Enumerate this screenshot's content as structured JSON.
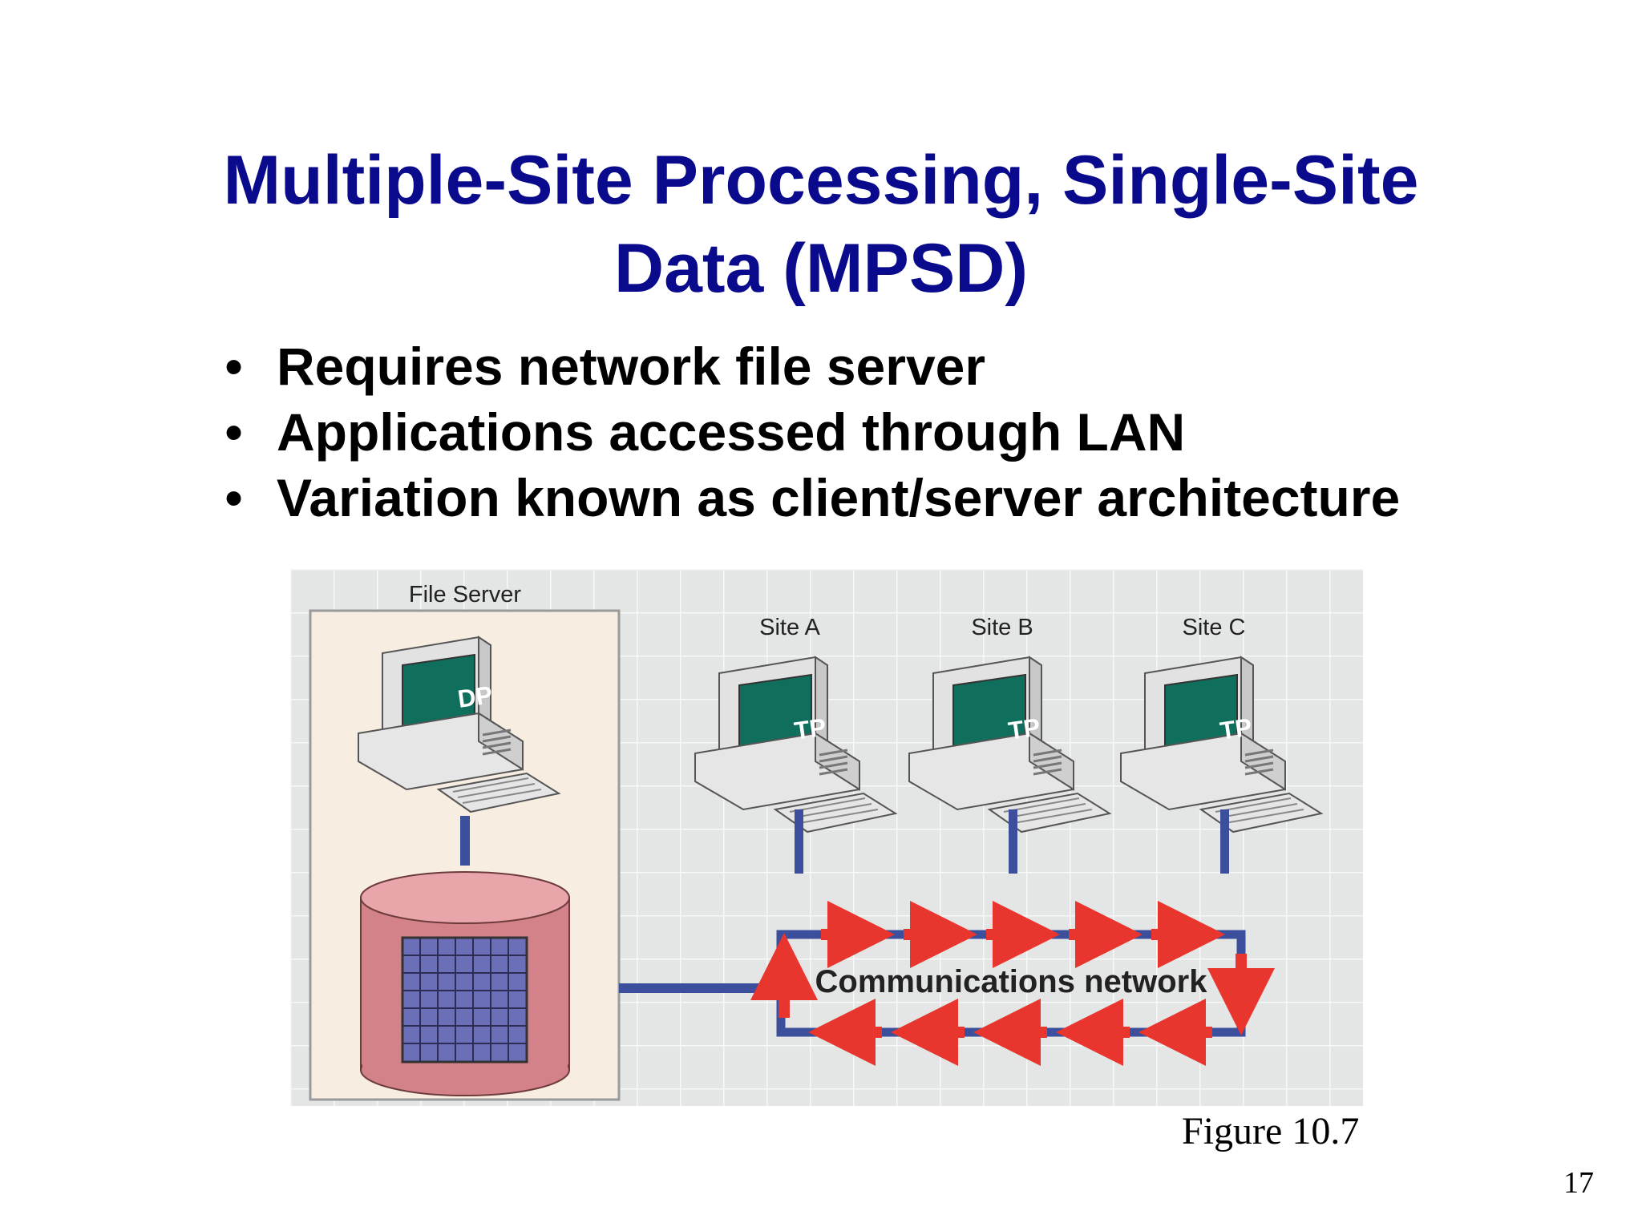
{
  "title_line1": "Multiple-Site Processing, Single-Site",
  "title_line2": "Data (MPSD)",
  "bullets": [
    "Requires network file server",
    "Applications accessed through LAN",
    "Variation known as client/server architecture"
  ],
  "diagram": {
    "file_server_label": "File Server",
    "server_screen": "DP",
    "sites": [
      {
        "label": "Site A",
        "screen": "TP"
      },
      {
        "label": "Site B",
        "screen": "TP"
      },
      {
        "label": "Site C",
        "screen": "TP"
      }
    ],
    "network_label": "Communications network",
    "colors": {
      "title": "#0a0a8c",
      "screen": "#0f6e5c",
      "link": "#3b4f9c",
      "arrow": "#e8352e",
      "db": "#d4828a",
      "grid": "#6a6fb8"
    }
  },
  "caption": "Figure 10.7",
  "page_number": "17"
}
